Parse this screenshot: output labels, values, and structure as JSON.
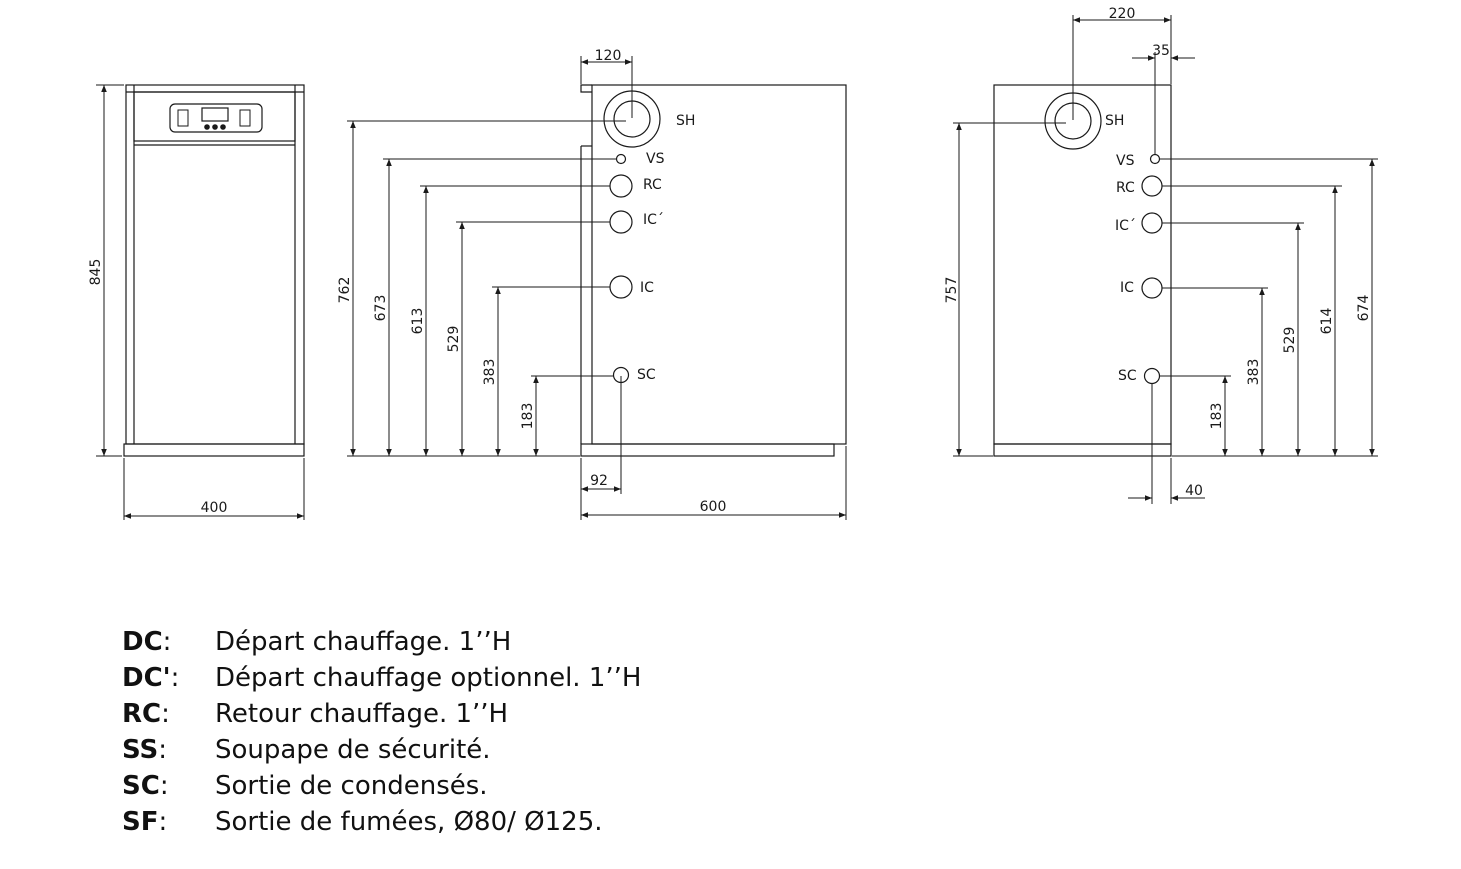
{
  "front_view": {
    "height": "845",
    "width": "400"
  },
  "side_view": {
    "heights": [
      "762",
      "673",
      "613",
      "529",
      "383",
      "183"
    ],
    "top_offset": "120",
    "bottom_offset": "92",
    "width": "600",
    "labels": [
      "SH",
      "VS",
      "RC",
      "IC´",
      "IC",
      "SC"
    ]
  },
  "rear_view": {
    "height_left": "757",
    "top_offset_large": "220",
    "top_offset_small": "35",
    "heights_right": [
      "183",
      "383",
      "529",
      "614",
      "674"
    ],
    "bottom_offset": "40",
    "labels": [
      "SH",
      "VS",
      "RC",
      "IC´",
      "IC",
      "SC"
    ]
  },
  "legend": [
    {
      "code": "DC",
      "text": "Départ chauffage. 1’’H"
    },
    {
      "code": "DC'",
      "text": "Départ chauffage optionnel. 1’’H"
    },
    {
      "code": "RC",
      "text": "Retour chauffage. 1’’H"
    },
    {
      "code": "SS",
      "text": "Soupape de sécurité."
    },
    {
      "code": "SC",
      "text": "Sortie de condensés."
    },
    {
      "code": "SF",
      "text": "Sortie de fumées, Ø80/ Ø125."
    }
  ]
}
